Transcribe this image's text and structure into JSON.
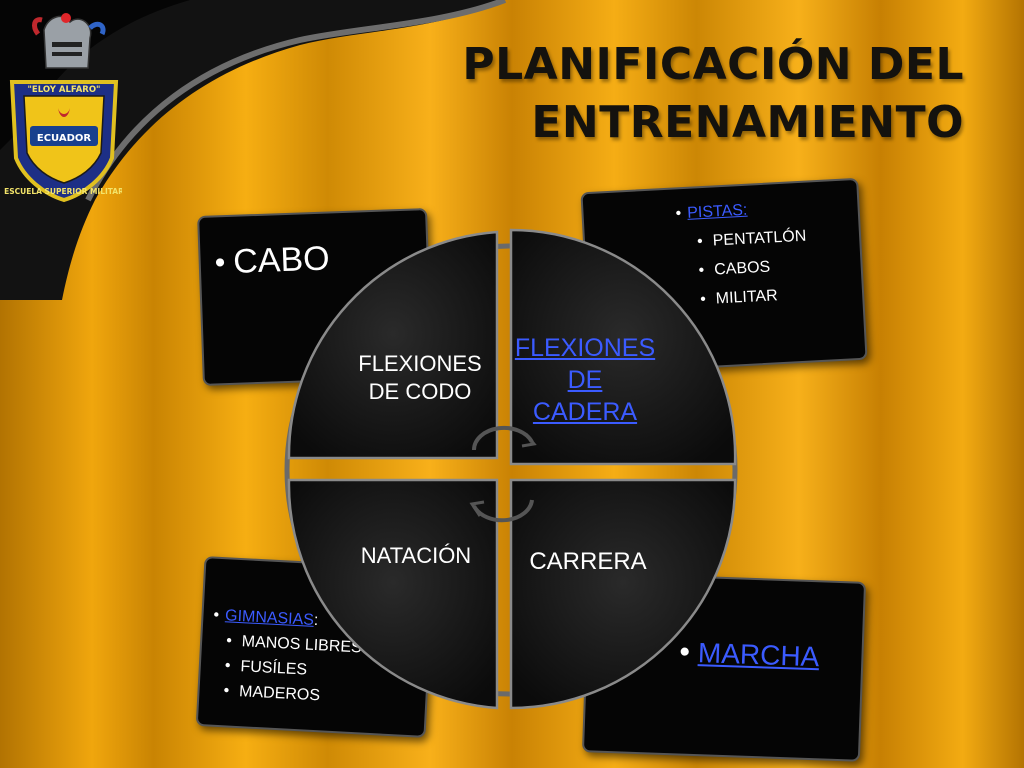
{
  "title": {
    "line1": "PLANIFICACIÓN DEL",
    "line2": "ENTRENAMIENTO"
  },
  "emblem": {
    "top_text": "\"ELOY ALFARO\"",
    "center_text": "ECUADOR",
    "ring_text": "ESCUELA SUPERIOR MILITAR"
  },
  "boxes": {
    "top_left": {
      "item": "CABO"
    },
    "top_right": {
      "heading": "PISTAS:",
      "items": [
        "PENTATLÓN",
        "CABOS",
        "MILITAR"
      ]
    },
    "bottom_left": {
      "heading": "GIMNASIAS",
      "items": [
        "MANOS LIBRES",
        "FUSÍLES",
        "MADEROS"
      ]
    },
    "bottom_right": {
      "item": "MARCHA"
    }
  },
  "quadrants": {
    "top_left": [
      "FLEXIONES",
      "DE CODO"
    ],
    "top_right": [
      "FLEXIONES",
      "DE",
      "CADERA"
    ],
    "bottom_left": "NATACIÓN",
    "bottom_right": "CARRERA"
  },
  "colors": {
    "link": "#3b5bff",
    "box": "#050505",
    "title": "#14120e"
  }
}
